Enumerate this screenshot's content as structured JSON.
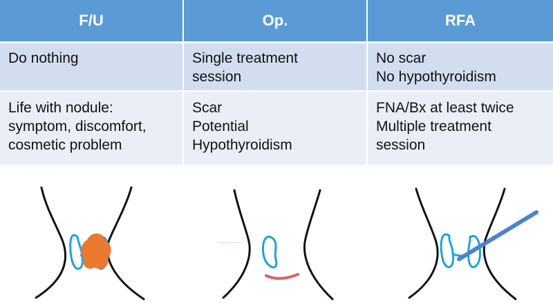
{
  "headers": [
    "F/U",
    "Op.",
    "RFA"
  ],
  "rows": [
    {
      "cells": [
        [
          "Do nothing"
        ],
        [
          "Single treatment",
          "session"
        ],
        [
          "No scar",
          "No hypothyroidism"
        ]
      ]
    },
    {
      "cells": [
        [
          "Life with nodule:",
          "symptom, discomfort,",
          "cosmetic problem"
        ],
        [
          "Scar",
          "Potential",
          "Hypothyroidism"
        ],
        [
          "FNA/Bx at least twice",
          "Multiple treatment",
          "session"
        ]
      ]
    }
  ],
  "colors": {
    "header_bg": "#5b9bd5",
    "row1_bg": "#d2deef",
    "row2_bg": "#eaeff7",
    "thyroid": "#1ba3e0",
    "nodule": "#e8792e",
    "scar": "#e0606a",
    "probe": "#4a86c8"
  },
  "illustrations": [
    {
      "name": "neck-with-nodule",
      "icon": "thyroid-nodule-illustration"
    },
    {
      "name": "neck-post-operation",
      "icon": "thyroid-hemi-removed-scar-illustration"
    },
    {
      "name": "neck-rfa-probe",
      "icon": "thyroid-rfa-probe-illustration"
    }
  ]
}
